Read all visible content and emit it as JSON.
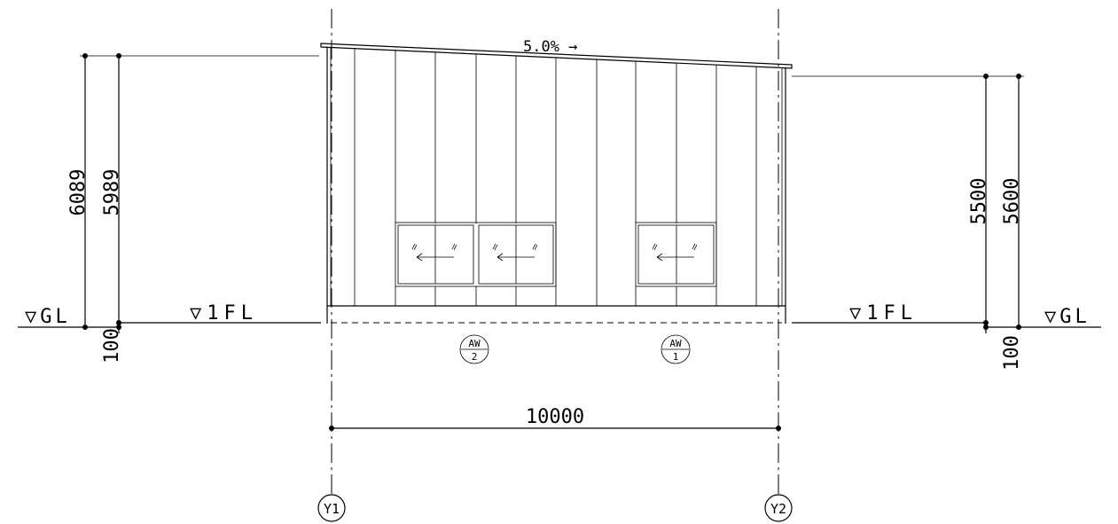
{
  "roof": {
    "slope_label": "5.0% →"
  },
  "left": {
    "ground_label": "▽GL",
    "floor_label": "▽1FL",
    "height_outer": "6089",
    "height_inner": "5989",
    "plinth": "100"
  },
  "right": {
    "ground_label": "▽GL",
    "floor_label": "▽1FL",
    "height_inner": "5500",
    "height_outer": "5600",
    "plinth": "100"
  },
  "windows": [
    {
      "tag_top": "AW",
      "tag_num": "2"
    },
    {
      "tag_top": "AW",
      "tag_num": "1"
    }
  ],
  "span": {
    "value": "10000"
  },
  "grid": {
    "left": "Y1",
    "right": "Y2"
  }
}
